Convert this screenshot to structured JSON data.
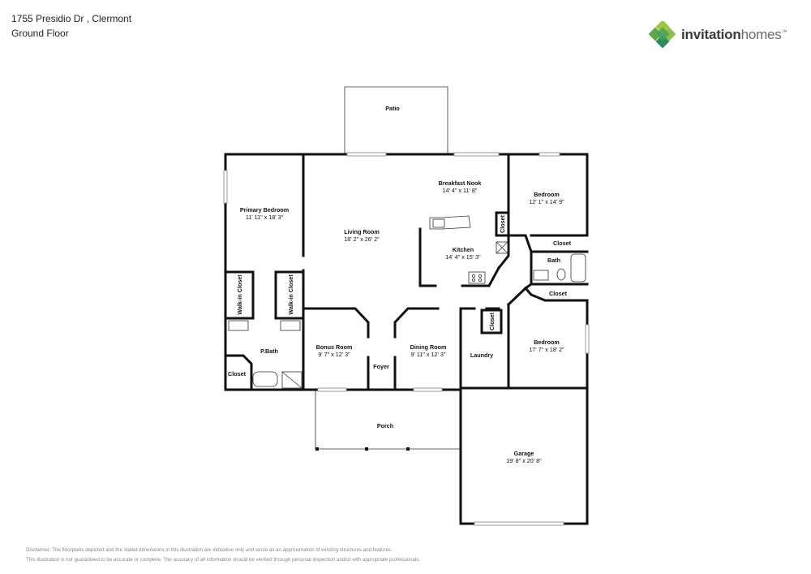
{
  "header": {
    "address": "1755 Presidio Dr , Clermont",
    "floor": "Ground Floor"
  },
  "logo": {
    "word1": "invitation",
    "word2": "homes",
    "mark": "™",
    "colors": {
      "light_green": "#9bc83e",
      "mid_green": "#5fa84a",
      "dark_green": "#2f8a5a"
    }
  },
  "rooms": {
    "patio": {
      "name": "Patio"
    },
    "breakfast_nook": {
      "name": "Breakfast Nook",
      "dims": "14' 4\" x 11' 8\""
    },
    "bedroom_ne": {
      "name": "Bedroom",
      "dims": "12' 1\" x 14' 9\""
    },
    "primary_bedroom": {
      "name": "Primary Bedroom",
      "dims": "11' 11\" x 18' 3\""
    },
    "living_room": {
      "name": "Living Room",
      "dims": "18' 2\" x 26' 2\""
    },
    "kitchen": {
      "name": "Kitchen",
      "dims": "14' 4\" x 15' 3\""
    },
    "closet_kitchen": {
      "name": "Closet"
    },
    "closet_ne1": {
      "name": "Closet"
    },
    "bath": {
      "name": "Bath"
    },
    "closet_ne2": {
      "name": "Closet"
    },
    "walk_in_closet_1": {
      "name": "Walk-in Closet"
    },
    "walk_in_closet_2": {
      "name": "Walk-in Closet"
    },
    "closet_laundry": {
      "name": "Closet"
    },
    "bedroom_se": {
      "name": "Bedroom",
      "dims": "17' 7\" x 18' 2\""
    },
    "p_bath": {
      "name": "P.Bath"
    },
    "bonus_room": {
      "name": "Bonus Room",
      "dims": "9' 7\" x 12' 3\""
    },
    "dining_room": {
      "name": "Dining Room",
      "dims": "9' 11\" x 12' 3\""
    },
    "laundry": {
      "name": "Laundry"
    },
    "closet_pbath": {
      "name": "Closet"
    },
    "foyer": {
      "name": "Foyer"
    },
    "porch": {
      "name": "Porch"
    },
    "garage": {
      "name": "Garage",
      "dims": "19' 8\" x 20' 8\""
    }
  },
  "disclaimer": {
    "line1": "Disclaimer: The floorplans depicted and the stated dimensions in this illustration are indicative only and serve as an approximation of existing structures and features.",
    "line2": "This illustration is not guaranteed to be accurate or complete. The accuracy of all information should be verified through personal inspection and/or with appropriate professionals."
  }
}
